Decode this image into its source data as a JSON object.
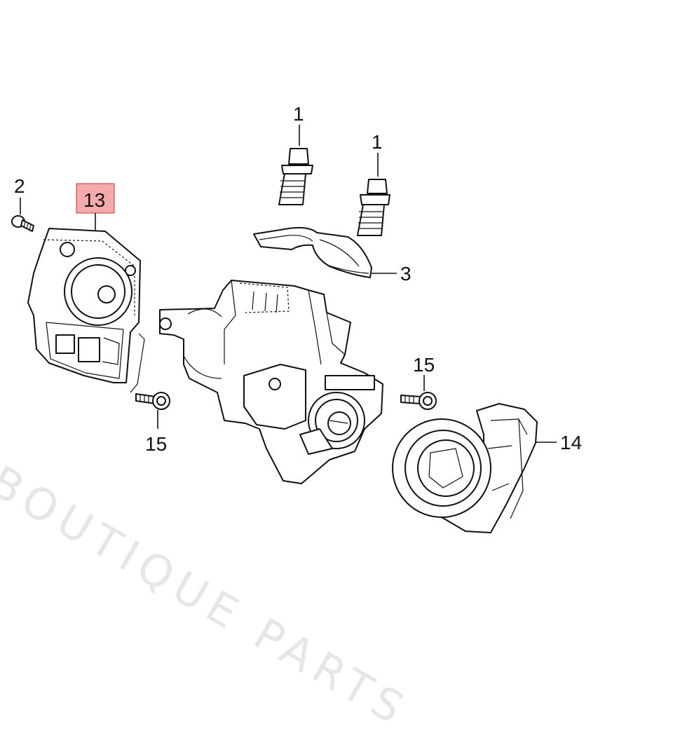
{
  "callouts": {
    "c1a": "1",
    "c1b": "1",
    "c2": "2",
    "c3": "3",
    "c13": "13",
    "c14": "14",
    "c15a": "15",
    "c15b": "15"
  },
  "highlight": {
    "part": "13",
    "color": "#f4a9ac"
  },
  "watermark": {
    "text": "BOUTIQUE PARTS"
  }
}
